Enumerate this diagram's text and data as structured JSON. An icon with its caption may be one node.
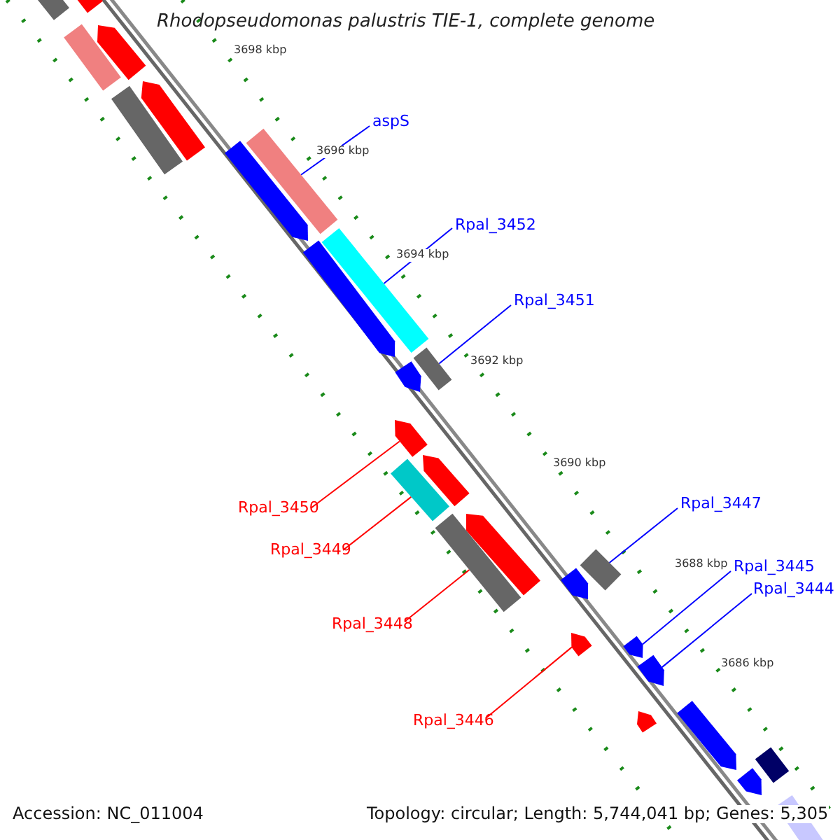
{
  "diagram": {
    "title": "Rhodopseudomonas palustris TIE-1, complete genome",
    "nodes": [
      {
        "text": [
          "aspS"
        ]
      },
      {
        "text": [
          "Rpal_3452"
        ]
      },
      {
        "text": [
          "Rpal_3451"
        ]
      },
      {
        "text": [
          "Rpal_3450"
        ]
      },
      {
        "text": [
          "Rpal_3449"
        ]
      },
      {
        "text": [
          "Rpal_3447"
        ]
      },
      {
        "text": [
          "Rpal_3448"
        ]
      },
      {
        "text": [
          "Rpal_3445"
        ]
      },
      {
        "text": [
          "Rpal_3444"
        ]
      },
      {
        "text": [
          "Rpal_3446"
        ]
      },
      {
        "text": [],
        "shape": "box"
      },
      {
        "text": [],
        "shape": "box"
      },
      {
        "text": [],
        "shape": "box"
      },
      {
        "text": [],
        "shape": "arrow"
      },
      {
        "text": [],
        "shape": "arrow"
      },
      {
        "text": [],
        "shape": "box"
      },
      {
        "text": [],
        "shape": "box"
      },
      {
        "text": [],
        "shape": "arrow"
      },
      {
        "text": [],
        "shape": "box"
      },
      {
        "text": [],
        "shape": "arrow"
      },
      {
        "text": [],
        "shape": "box"
      },
      {
        "text": [],
        "shape": "arrow"
      },
      {
        "text": [],
        "shape": "arrow"
      },
      {
        "text": [],
        "shape": "arrow"
      },
      {
        "text": [],
        "shape": "box"
      },
      {
        "text": [],
        "shape": "arrow"
      },
      {
        "text": [],
        "shape": "box"
      },
      {
        "text": [],
        "shape": "box"
      },
      {
        "text": [],
        "shape": "arrow"
      },
      {
        "text": [],
        "shape": "arrow"
      },
      {
        "text": [],
        "shape": "arrow"
      },
      {
        "text": [],
        "shape": "arrow"
      },
      {
        "text": [],
        "shape": "arrow"
      },
      {
        "text": [],
        "shape": "arrow"
      },
      {
        "text": [],
        "shape": "box"
      },
      {
        "text": [],
        "shape": "arrow"
      },
      {
        "text": [],
        "shape": "box"
      }
    ],
    "edges": [
      {
        "from": 0,
        "to": 16,
        "arrow": "none"
      },
      {
        "from": 1,
        "to": 18,
        "arrow": "none"
      },
      {
        "from": 2,
        "to": 20,
        "arrow": "none"
      },
      {
        "from": 3,
        "to": 22,
        "arrow": "none",
        "color": "#ff0000"
      },
      {
        "from": 4,
        "to": 24,
        "arrow": "none",
        "color": "#ff0000"
      },
      {
        "from": 5,
        "to": 27,
        "arrow": "none"
      },
      {
        "from": 6,
        "to": 26,
        "arrow": "none",
        "color": "#ff0000"
      },
      {
        "from": 7,
        "to": 30,
        "arrow": "none"
      },
      {
        "from": 8,
        "to": 31,
        "arrow": "none"
      },
      {
        "from": 9,
        "to": 29,
        "arrow": "none",
        "color": "#ff0000"
      }
    ],
    "labels": [
      "3698 kbp",
      "3696 kbp",
      "3694 kbp",
      "3692 kbp",
      "3690 kbp",
      "3688 kbp",
      "3686 kbp",
      "Accession: NC_011004",
      "Topology: circular; Length: 5,744,041 bp; Genes: 5,305"
    ]
  }
}
